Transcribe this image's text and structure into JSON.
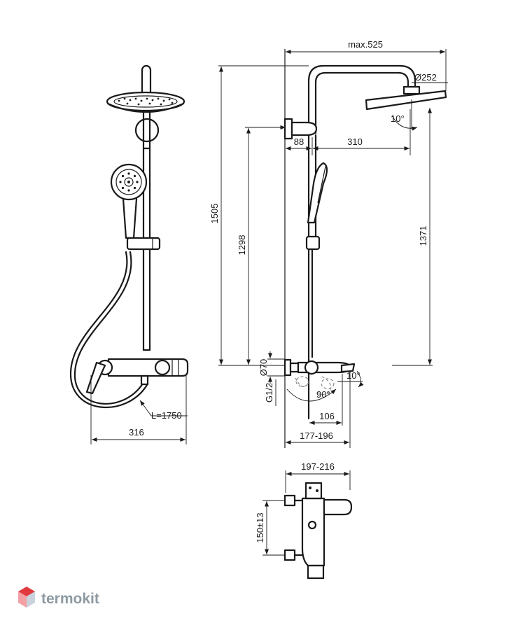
{
  "dimensions": {
    "max_reach": "max.525",
    "head_diameter": "Ø252",
    "head_tilt": "10°",
    "wall_offset": "88",
    "arm_projection": "310",
    "total_height": "1505",
    "bracket_height": "1298",
    "head_height": "1371",
    "rosette": "Ø70",
    "thread": "G1/2",
    "lever_angle": "90°",
    "spout_tilt": "10°",
    "spout_projection": "106",
    "mixer_depth": "177-196",
    "hose_length": "L=1750",
    "front_width": "316",
    "body_width": "197-216",
    "inlet_centres": "150±13"
  },
  "logo": {
    "text": "termokit",
    "colors": {
      "top": "#e03a3e",
      "left": "#f3a0a5",
      "right": "#c9d3db"
    }
  }
}
